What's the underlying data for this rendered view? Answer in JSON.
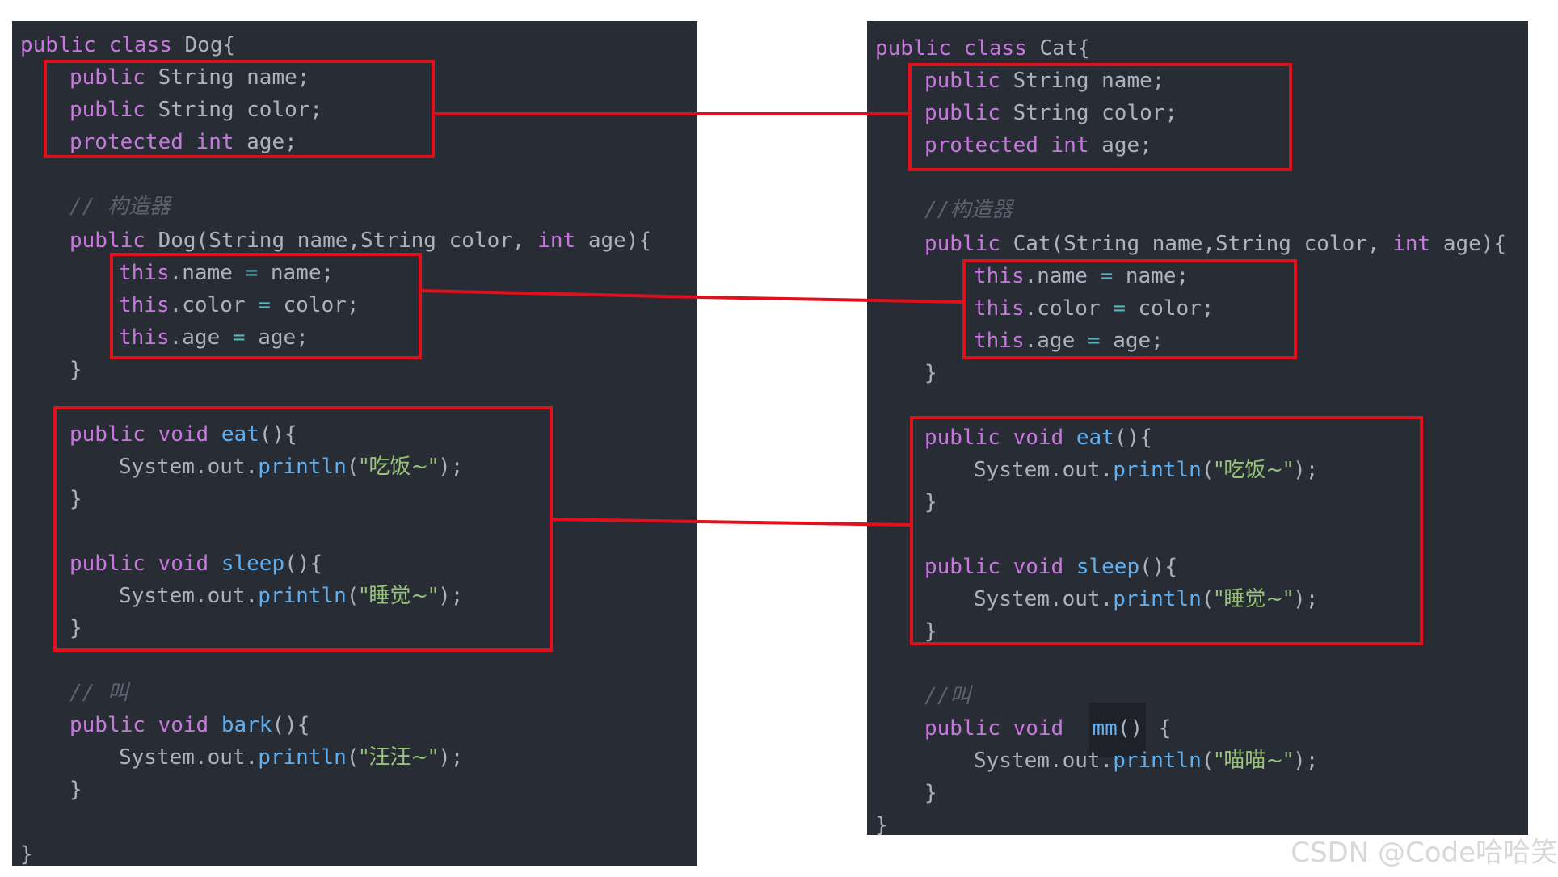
{
  "colors": {
    "editor_bg": "#282c34",
    "highlight": "#e0101c",
    "keyword": "#c678dd",
    "function": "#61afef",
    "string": "#98c379",
    "comment": "#5c6370",
    "text": "#abb2bf"
  },
  "dog": {
    "l01": {
      "kw1": "public",
      "kw2": "class",
      "rest": "Dog{"
    },
    "l02": {
      "kw": "public",
      "rest": "String name;"
    },
    "l03": {
      "kw": "public",
      "rest": "String color;"
    },
    "l04": {
      "kw1": "protected",
      "kw2": "int",
      "rest": "age;"
    },
    "l05": {
      "slashes": "//",
      "text": "构造器"
    },
    "l06": {
      "kw": "public",
      "rest": "Dog(String name,String color,",
      "kw2": "int",
      "rest2": "age){"
    },
    "l07": {
      "this": "this",
      "field": ".name",
      "eq": "=",
      "rest": "name;"
    },
    "l08": {
      "this": "this",
      "field": ".color",
      "eq": "=",
      "rest": "color;"
    },
    "l09": {
      "this": "this",
      "field": ".age",
      "eq": "=",
      "rest": "age;"
    },
    "l10": {
      "brace": "}"
    },
    "l11": {
      "kw": "public void",
      "fn": "eat",
      "rest": "(){"
    },
    "l12": {
      "obj": "System.out.",
      "fn": "println",
      "open": "(",
      "str": "\"吃饭~\"",
      "close": ");"
    },
    "l13": {
      "brace": "}"
    },
    "l14": {
      "kw": "public void",
      "fn": "sleep",
      "rest": "(){"
    },
    "l15": {
      "obj": "System.out.",
      "fn": "println",
      "open": "(",
      "str": "\"睡觉~\"",
      "close": ");"
    },
    "l16": {
      "brace": "}"
    },
    "l17": {
      "slashes": "//",
      "text": "叫"
    },
    "l18": {
      "kw": "public void",
      "fn": "bark",
      "rest": "(){"
    },
    "l19": {
      "obj": "System.out.",
      "fn": "println",
      "open": "(",
      "str": "\"汪汪~\"",
      "close": ");"
    },
    "l20": {
      "brace": "}"
    },
    "l21": {
      "brace": "}"
    }
  },
  "cat": {
    "l01": {
      "kw1": "public",
      "kw2": "class",
      "rest": "Cat{"
    },
    "l02": {
      "kw": "public",
      "rest": "String name;"
    },
    "l03": {
      "kw": "public",
      "rest": "String color;"
    },
    "l04": {
      "kw1": "protected",
      "kw2": "int",
      "rest": "age;"
    },
    "l05": {
      "slashes": "//",
      "text": "构造器"
    },
    "l06": {
      "kw": "public",
      "rest": "Cat(String name,String color,",
      "kw2": "int",
      "rest2": "age){"
    },
    "l07": {
      "this": "this",
      "field": ".name",
      "eq": "=",
      "rest": "name;"
    },
    "l08": {
      "this": "this",
      "field": ".color",
      "eq": "=",
      "rest": "color;"
    },
    "l09": {
      "this": "this",
      "field": ".age",
      "eq": "=",
      "rest": "age;"
    },
    "l10": {
      "brace": "}"
    },
    "l11": {
      "kw": "public void",
      "fn": "eat",
      "rest": "(){"
    },
    "l12": {
      "obj": "System.out.",
      "fn": "println",
      "open": "(",
      "str": "\"吃饭~\"",
      "close": ");"
    },
    "l13": {
      "brace": "}"
    },
    "l14": {
      "kw": "public void",
      "fn": "sleep",
      "rest": "(){"
    },
    "l15": {
      "obj": "System.out.",
      "fn": "println",
      "open": "(",
      "str": "\"睡觉~\"",
      "close": ");"
    },
    "l16": {
      "brace": "}"
    },
    "l17": {
      "slashes": "//",
      "text": "叫"
    },
    "l18": {
      "kw": "public void",
      "fn": "mm",
      "rest": "()",
      "brace": "{"
    },
    "l19": {
      "obj": "System.out.",
      "fn": "println",
      "open": "(",
      "str": "\"喵喵~\"",
      "close": ");"
    },
    "l20": {
      "brace": "}"
    },
    "l21": {
      "brace": "}"
    }
  },
  "watermark": "CSDN @Code哈哈笑"
}
